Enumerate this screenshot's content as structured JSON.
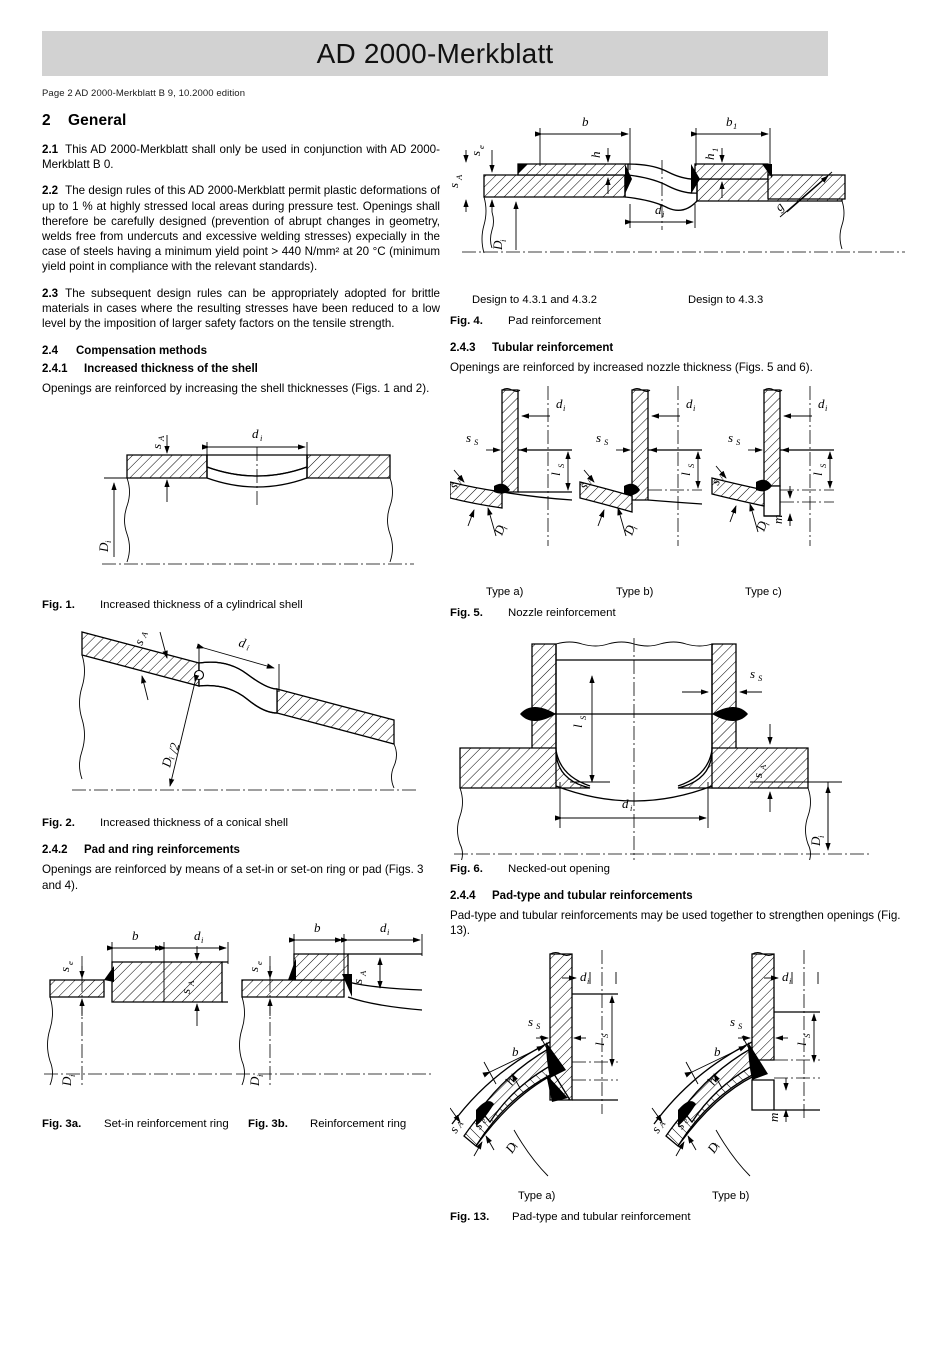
{
  "header": {
    "banner_title": "AD 2000-Merkblatt",
    "page_meta": "Page 2    AD 2000-Merkblatt B 9, 10.2000 edition"
  },
  "left_column": {
    "section": {
      "number": "2",
      "title": "General"
    },
    "paragraphs": [
      {
        "number": "2.1",
        "text": "This AD 2000-Merkblatt shall only be used in conjunction with AD 2000-Merkblatt B 0."
      },
      {
        "number": "2.2",
        "text": "The design rules of this AD 2000-Merkblatt permit plastic deformations of up to 1 % at highly stressed local areas during pressure test. Openings shall therefore be carefully designed (prevention of abrupt changes in geometry, welds free from undercuts and excessive welding stresses) expecially in the case of steels having a minimum yield point > 440 N/mm² at 20 °C (minimum yield point in compliance with the relevant standards)."
      },
      {
        "number": "2.3",
        "text": "The subsequent design rules can be appropriately adopted for brittle materials in cases where the resulting stresses have been reduced to a low level by the imposition of larger safety factors on the tensile strength."
      }
    ],
    "sub_2_4": {
      "number": "2.4",
      "title": "Compensation methods"
    },
    "sub_2_4_1": {
      "number": "2.4.1",
      "title": "Increased thickness of the shell"
    },
    "text_2_4_1": "Openings are reinforced by increasing the shell thicknesses (Figs. 1 and 2).",
    "fig1": {
      "label": "Fig. 1.",
      "caption": "Increased thickness of a cylindrical shell",
      "dim_labels": [
        "d",
        "i",
        "s",
        "A",
        "D",
        "i"
      ]
    },
    "fig2": {
      "label": "Fig. 2.",
      "caption": "Increased thickness of a conical shell",
      "dim_labels": [
        "d",
        "i",
        "s",
        "A",
        "D",
        "i",
        "/2"
      ]
    },
    "sub_2_4_2": {
      "number": "2.4.2",
      "title": "Pad and ring reinforcements"
    },
    "text_2_4_2": "Openings are reinforced by means of a set-in or set-on ring or pad (Figs. 3 and 4).",
    "fig3a": {
      "label": "Fig. 3a.",
      "caption": "Set-in reinforcement ring",
      "dim_labels": [
        "b",
        "d",
        "i",
        "s",
        "e",
        "s",
        "A",
        "D",
        "i"
      ]
    },
    "fig3b": {
      "label": "Fig. 3b.",
      "caption": "Reinforcement ring",
      "dim_labels": [
        "b",
        "d",
        "i",
        "s",
        "e",
        "s",
        "A",
        "D",
        "i"
      ]
    }
  },
  "right_column": {
    "fig4": {
      "label": "Fig. 4.",
      "caption": "Pad reinforcement",
      "note_left": "Design to 4.3.1 and 4.3.2",
      "note_right": "Design to 4.3.3",
      "dim_labels": [
        "b",
        "b",
        "1",
        "h",
        "h",
        "1",
        "d",
        "i",
        "s",
        "e",
        "s",
        "A",
        "D",
        "i",
        "g"
      ]
    },
    "sub_2_4_3": {
      "number": "2.4.3",
      "title": "Tubular reinforcement"
    },
    "text_2_4_3": "Openings are reinforced by increased nozzle thickness (Figs. 5 and 6).",
    "fig5": {
      "label": "Fig. 5.",
      "caption": "Nozzle reinforcement",
      "types": [
        "Type a)",
        "Type b)",
        "Type c)"
      ],
      "dim_labels": [
        "d",
        "i",
        "s",
        "S",
        "l",
        "S",
        "s",
        "A",
        "D",
        "i",
        "m"
      ]
    },
    "fig6": {
      "label": "Fig. 6.",
      "caption": "Necked-out opening",
      "dim_labels": [
        "s",
        "S",
        "l",
        "S",
        "d",
        "i",
        "s",
        "A",
        "D",
        "i"
      ]
    },
    "sub_2_4_4": {
      "number": "2.4.4",
      "title": "Pad-type and tubular reinforcements"
    },
    "text_2_4_4": "Pad-type and tubular reinforcements may be used together to strengthen openings (Fig. 13).",
    "fig13": {
      "label": "Fig. 13.",
      "caption": "Pad-type and tubular reinforcement",
      "types": [
        "Type a)",
        "Type b)"
      ],
      "dim_labels": [
        "d",
        "i",
        "l",
        "S",
        "s",
        "S",
        "b",
        "h",
        "s",
        "A",
        "s",
        "e",
        "D",
        "i",
        "m"
      ]
    }
  },
  "colors": {
    "banner_background": "#d2d2d2",
    "text": "#000000",
    "line": "#000000"
  }
}
